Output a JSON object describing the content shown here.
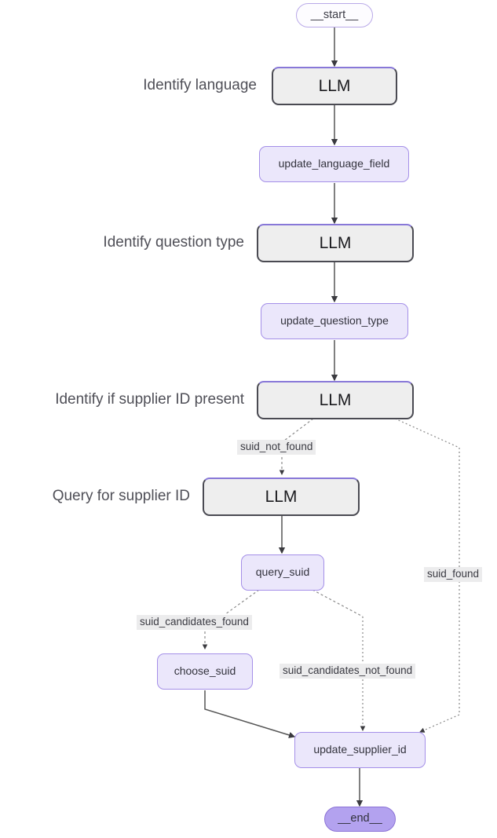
{
  "diagram": {
    "type": "state-graph-flowchart",
    "title": "",
    "colors": {
      "llm_node_fill": "#eeeeee",
      "llm_node_border": "#4a4a52",
      "llm_node_accent": "#8878d8",
      "tool_node_fill": "#ebe7fb",
      "tool_node_border": "#a48fe8",
      "start_node_fill": "#fdfcff",
      "start_node_border": "#b9a9e8",
      "end_node_fill": "#b3a2ef",
      "end_node_border": "#8b72d6",
      "edge_label_bg": "#ececed",
      "edge_solid": "#555555",
      "edge_dotted": "#8a8a8a",
      "side_label_text": "#4f4f57"
    },
    "nodes": [
      {
        "id": "start",
        "label": "__start__",
        "kind": "terminal-start"
      },
      {
        "id": "llm_language",
        "label": "LLM",
        "kind": "llm"
      },
      {
        "id": "update_language_field",
        "label": "update_language_field",
        "kind": "tool"
      },
      {
        "id": "llm_question_type",
        "label": "LLM",
        "kind": "llm"
      },
      {
        "id": "update_question_type",
        "label": "update_question_type",
        "kind": "tool"
      },
      {
        "id": "llm_supplier_present",
        "label": "LLM",
        "kind": "llm"
      },
      {
        "id": "llm_query_supplier",
        "label": "LLM",
        "kind": "llm"
      },
      {
        "id": "query_suid",
        "label": "query_suid",
        "kind": "tool"
      },
      {
        "id": "choose_suid",
        "label": "choose_suid",
        "kind": "tool"
      },
      {
        "id": "update_supplier_id",
        "label": "update_supplier_id",
        "kind": "tool"
      },
      {
        "id": "end",
        "label": "__end__",
        "kind": "terminal-end"
      }
    ],
    "side_labels": [
      {
        "id": "side_language",
        "text": "Identify language"
      },
      {
        "id": "side_question_type",
        "text": "Identify question type"
      },
      {
        "id": "side_supplier_present",
        "text": "Identify if supplier ID present"
      },
      {
        "id": "side_query_supplier",
        "text": "Query for supplier ID"
      }
    ],
    "edge_labels": [
      {
        "id": "suid_not_found",
        "text": "suid_not_found"
      },
      {
        "id": "suid_found",
        "text": "suid_found"
      },
      {
        "id": "suid_candidates_found",
        "text": "suid_candidates_found"
      },
      {
        "id": "suid_candidates_not_found",
        "text": "suid_candidates_not_found"
      }
    ],
    "edges": [
      {
        "from": "start",
        "to": "llm_language",
        "style": "solid",
        "label": ""
      },
      {
        "from": "llm_language",
        "to": "update_language_field",
        "style": "solid",
        "label": ""
      },
      {
        "from": "update_language_field",
        "to": "llm_question_type",
        "style": "solid",
        "label": ""
      },
      {
        "from": "llm_question_type",
        "to": "update_question_type",
        "style": "solid",
        "label": ""
      },
      {
        "from": "update_question_type",
        "to": "llm_supplier_present",
        "style": "solid",
        "label": ""
      },
      {
        "from": "llm_supplier_present",
        "to": "llm_query_supplier",
        "style": "dotted",
        "label": "suid_not_found"
      },
      {
        "from": "llm_supplier_present",
        "to": "update_supplier_id",
        "style": "dotted",
        "label": "suid_found"
      },
      {
        "from": "llm_query_supplier",
        "to": "query_suid",
        "style": "solid",
        "label": ""
      },
      {
        "from": "query_suid",
        "to": "choose_suid",
        "style": "dotted",
        "label": "suid_candidates_found"
      },
      {
        "from": "query_suid",
        "to": "update_supplier_id",
        "style": "dotted",
        "label": "suid_candidates_not_found"
      },
      {
        "from": "choose_suid",
        "to": "update_supplier_id",
        "style": "solid",
        "label": ""
      },
      {
        "from": "update_supplier_id",
        "to": "end",
        "style": "solid",
        "label": ""
      }
    ]
  }
}
